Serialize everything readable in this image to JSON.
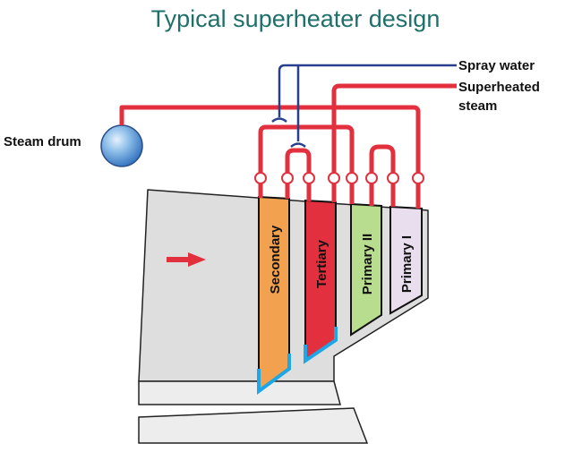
{
  "title": "Typical superheater design",
  "labels": {
    "spray_water": "Spray water",
    "superheated_line1": "Superheated",
    "superheated_line2": "steam",
    "steam_drum": "Steam drum"
  },
  "sections": [
    {
      "label": "Secondary",
      "color": "#f2a24f"
    },
    {
      "label": "Tertiary",
      "color": "#e2303e"
    },
    {
      "label": "Primary II",
      "color": "#b8dd8e"
    },
    {
      "label": "Primary I",
      "color": "#e9deee"
    }
  ],
  "colors": {
    "title": "#1f6f6a",
    "steam_pipe": "#e2303e",
    "spray_pipe": "#283f8f",
    "boiler_wall": "#dedede",
    "drum": "#7fb2e5",
    "tube_bend": "#1ea6e6",
    "flow_arrow": "#e2303e"
  },
  "icons": {
    "flow_arrow": "arrow-right-icon",
    "drum": "steam-drum-icon"
  }
}
